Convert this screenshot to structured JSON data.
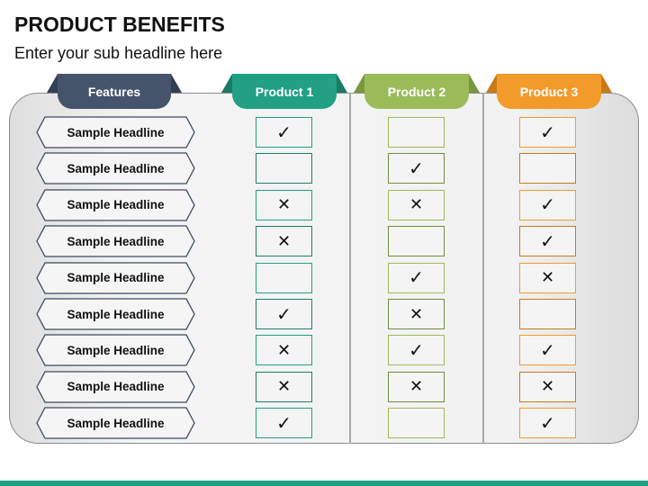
{
  "header": {
    "title": "PRODUCT BENEFITS",
    "subtitle": "Enter your sub headline here"
  },
  "columns": [
    {
      "label": "Features",
      "color": "#45546b",
      "dark": "#333f52"
    },
    {
      "label": "Product 1",
      "color": "#21a083",
      "dark": "#1a7a64",
      "alt": "#1c7e67"
    },
    {
      "label": "Product 2",
      "color": "#9bbb59",
      "dark": "#779840",
      "alt": "#6f8f3e"
    },
    {
      "label": "Product 3",
      "color": "#f29b2a",
      "dark": "#c97a15",
      "alt": "#c77b1c"
    }
  ],
  "symbols": {
    "check": "✓",
    "cross": "✕",
    "empty": ""
  },
  "rows": [
    {
      "feature": "Sample Headline",
      "p1": "check",
      "p2": "empty",
      "p3": "check"
    },
    {
      "feature": "Sample Headline",
      "p1": "empty",
      "p2": "check",
      "p3": "empty"
    },
    {
      "feature": "Sample Headline",
      "p1": "cross",
      "p2": "cross",
      "p3": "check"
    },
    {
      "feature": "Sample Headline",
      "p1": "cross",
      "p2": "empty",
      "p3": "check"
    },
    {
      "feature": "Sample Headline",
      "p1": "empty",
      "p2": "check",
      "p3": "cross"
    },
    {
      "feature": "Sample Headline",
      "p1": "check",
      "p2": "cross",
      "p3": "empty"
    },
    {
      "feature": "Sample Headline",
      "p1": "cross",
      "p2": "check",
      "p3": "check"
    },
    {
      "feature": "Sample Headline",
      "p1": "cross",
      "p2": "cross",
      "p3": "cross"
    },
    {
      "feature": "Sample Headline",
      "p1": "check",
      "p2": "empty",
      "p3": "check"
    }
  ],
  "footer": {
    "bar_color": "#1fa082"
  }
}
